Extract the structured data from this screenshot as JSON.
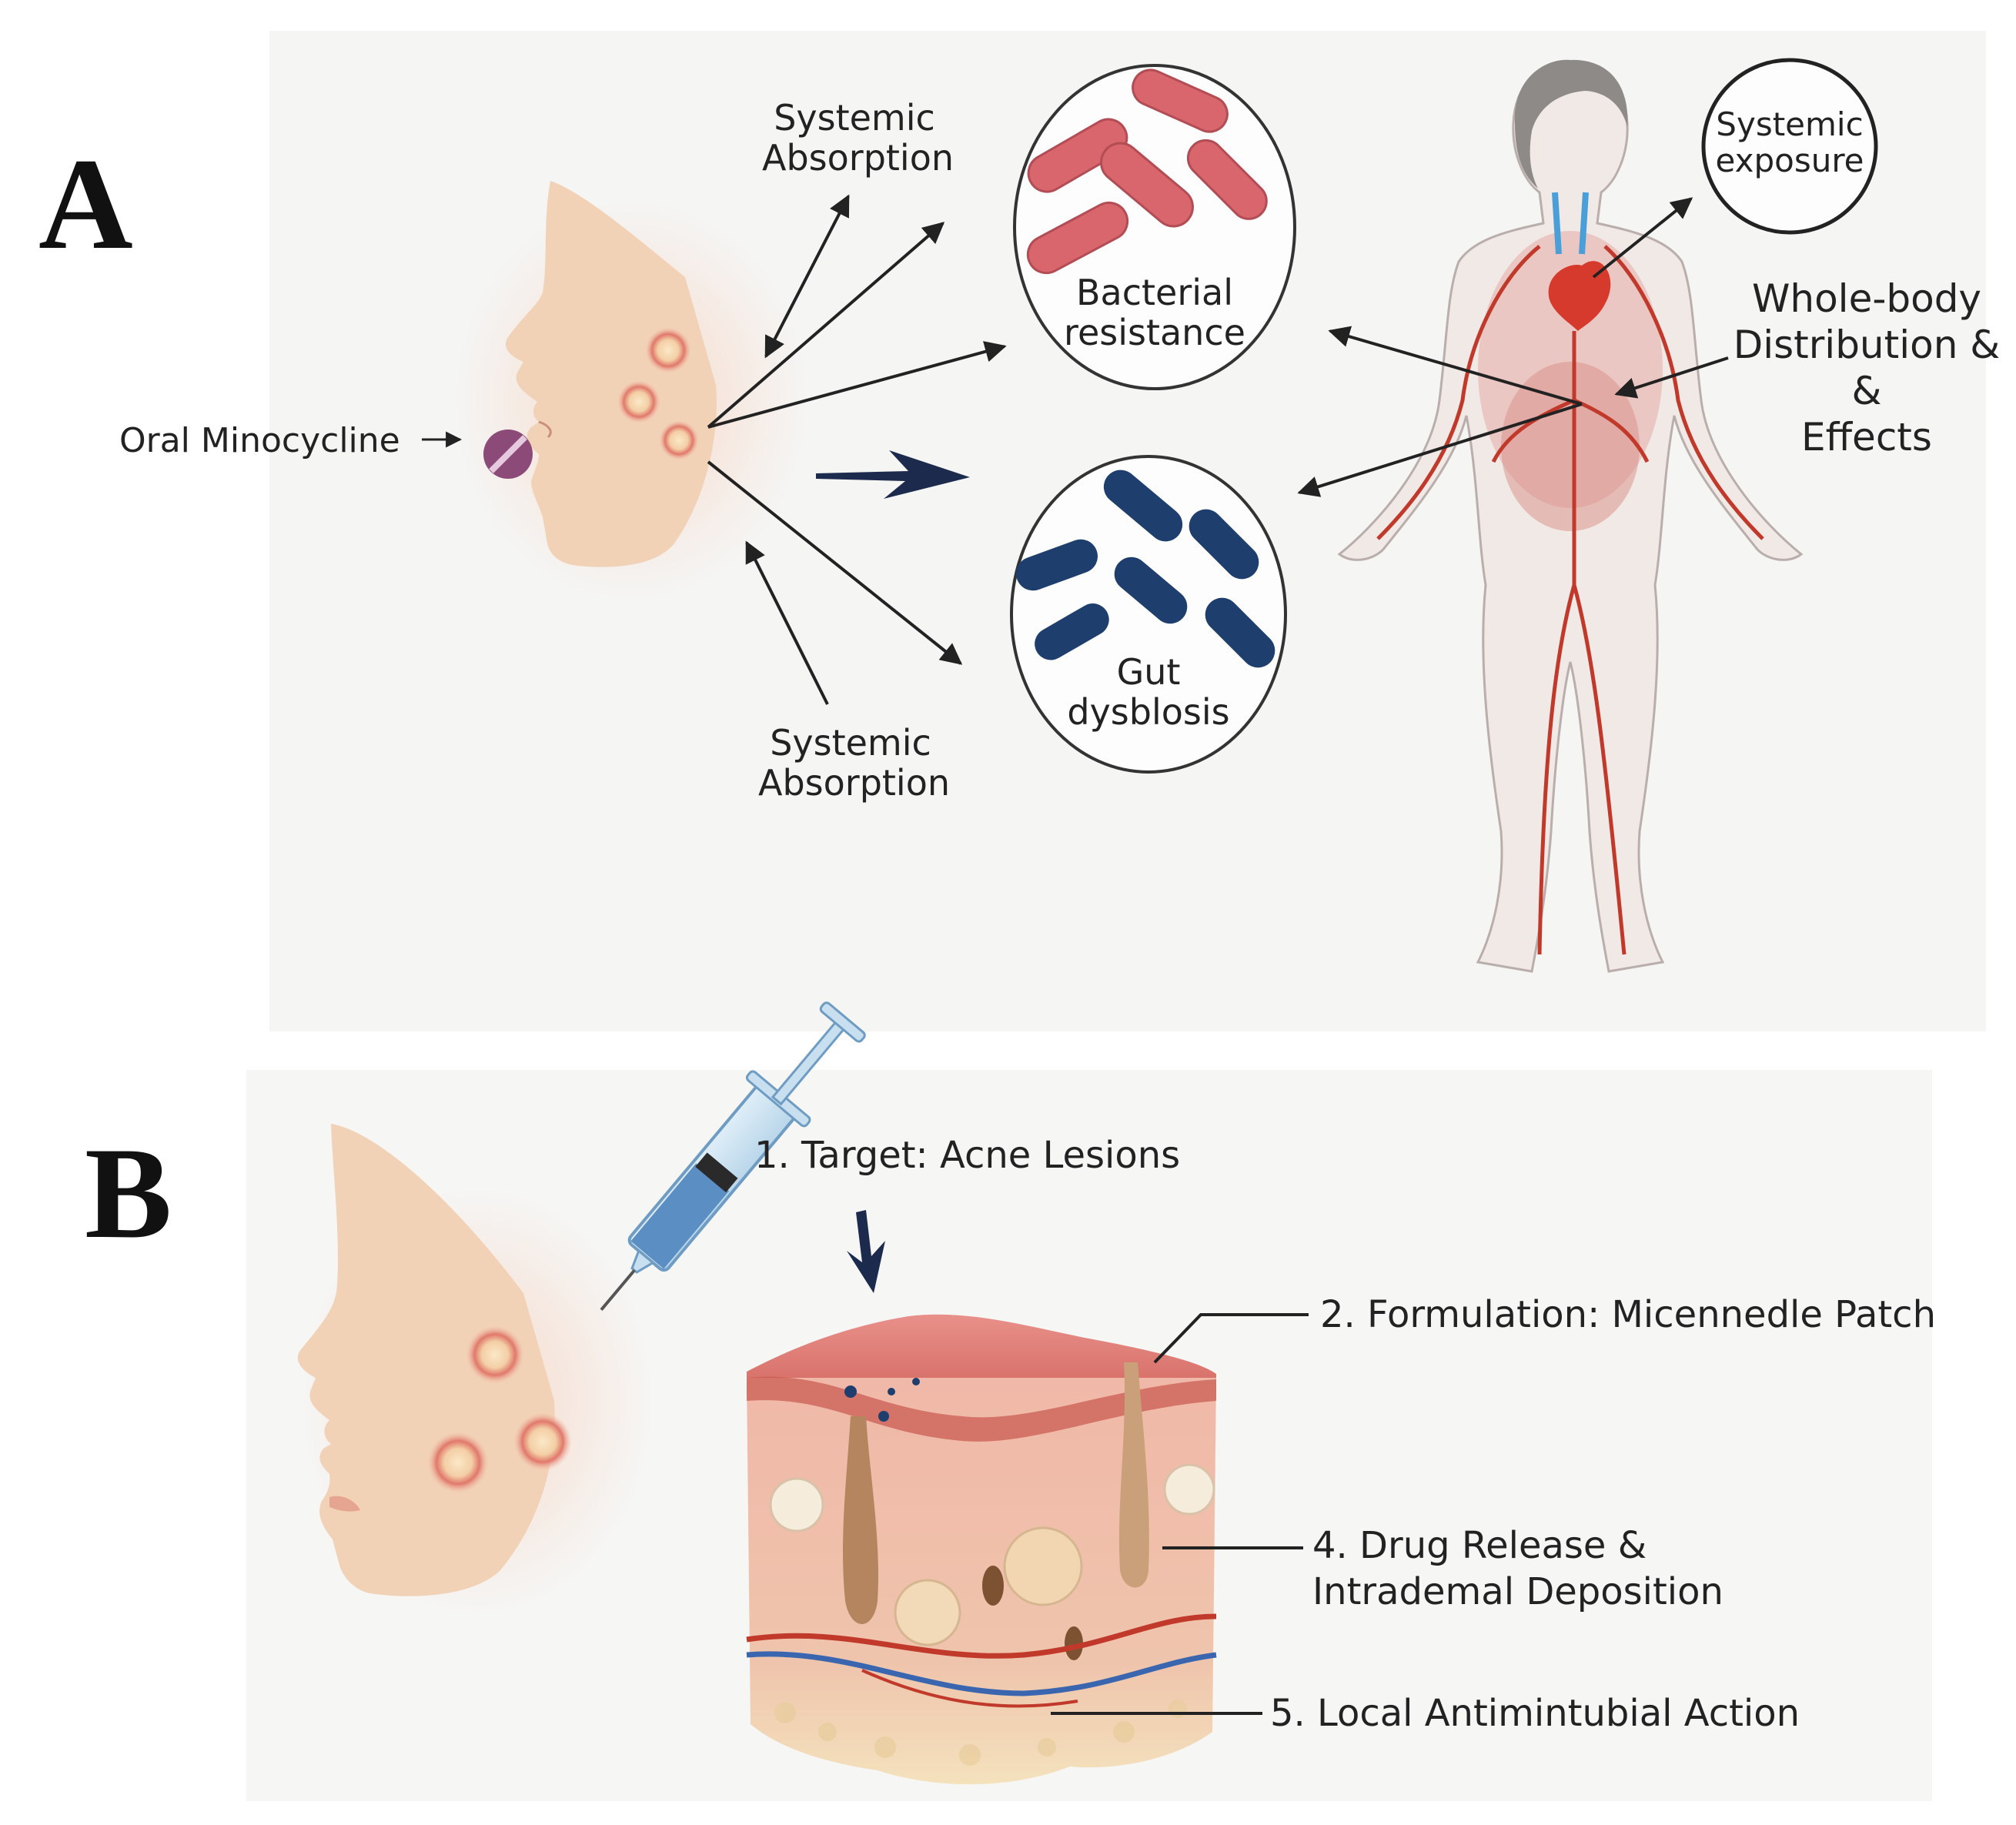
{
  "panelA": {
    "letter": "A",
    "oral_minocycline": "Oral Minocycline",
    "systemic_absorption_top": [
      "Systemic",
      "Absorption"
    ],
    "systemic_absorption_bottom": [
      "Systemic",
      "Absorption"
    ],
    "bacterial_resistance": [
      "Bacterial",
      "resistance"
    ],
    "gut_dysbiosis": [
      "Gut",
      "dysblosis"
    ],
    "systemic_exposure": [
      "Systemic",
      "exposure"
    ],
    "whole_body": [
      "Whole-body",
      "Distribution &",
      "&",
      "Effects"
    ]
  },
  "panelB": {
    "letter": "B",
    "step1": "1. Target: Acne Lesions",
    "step2": "2. Formulation: Micennedle Patch",
    "step4": [
      "4. Drug Release &",
      "Intrademal Deposition"
    ],
    "step5": "5. Local Antimintubial Action"
  },
  "colors": {
    "skin": "#f2d2b6",
    "bacteria_red": "#d9666c",
    "bacteria_blue": "#1e3f6e",
    "arrow_dark": "#1c2a4d",
    "vessel_red": "#c0392b"
  }
}
